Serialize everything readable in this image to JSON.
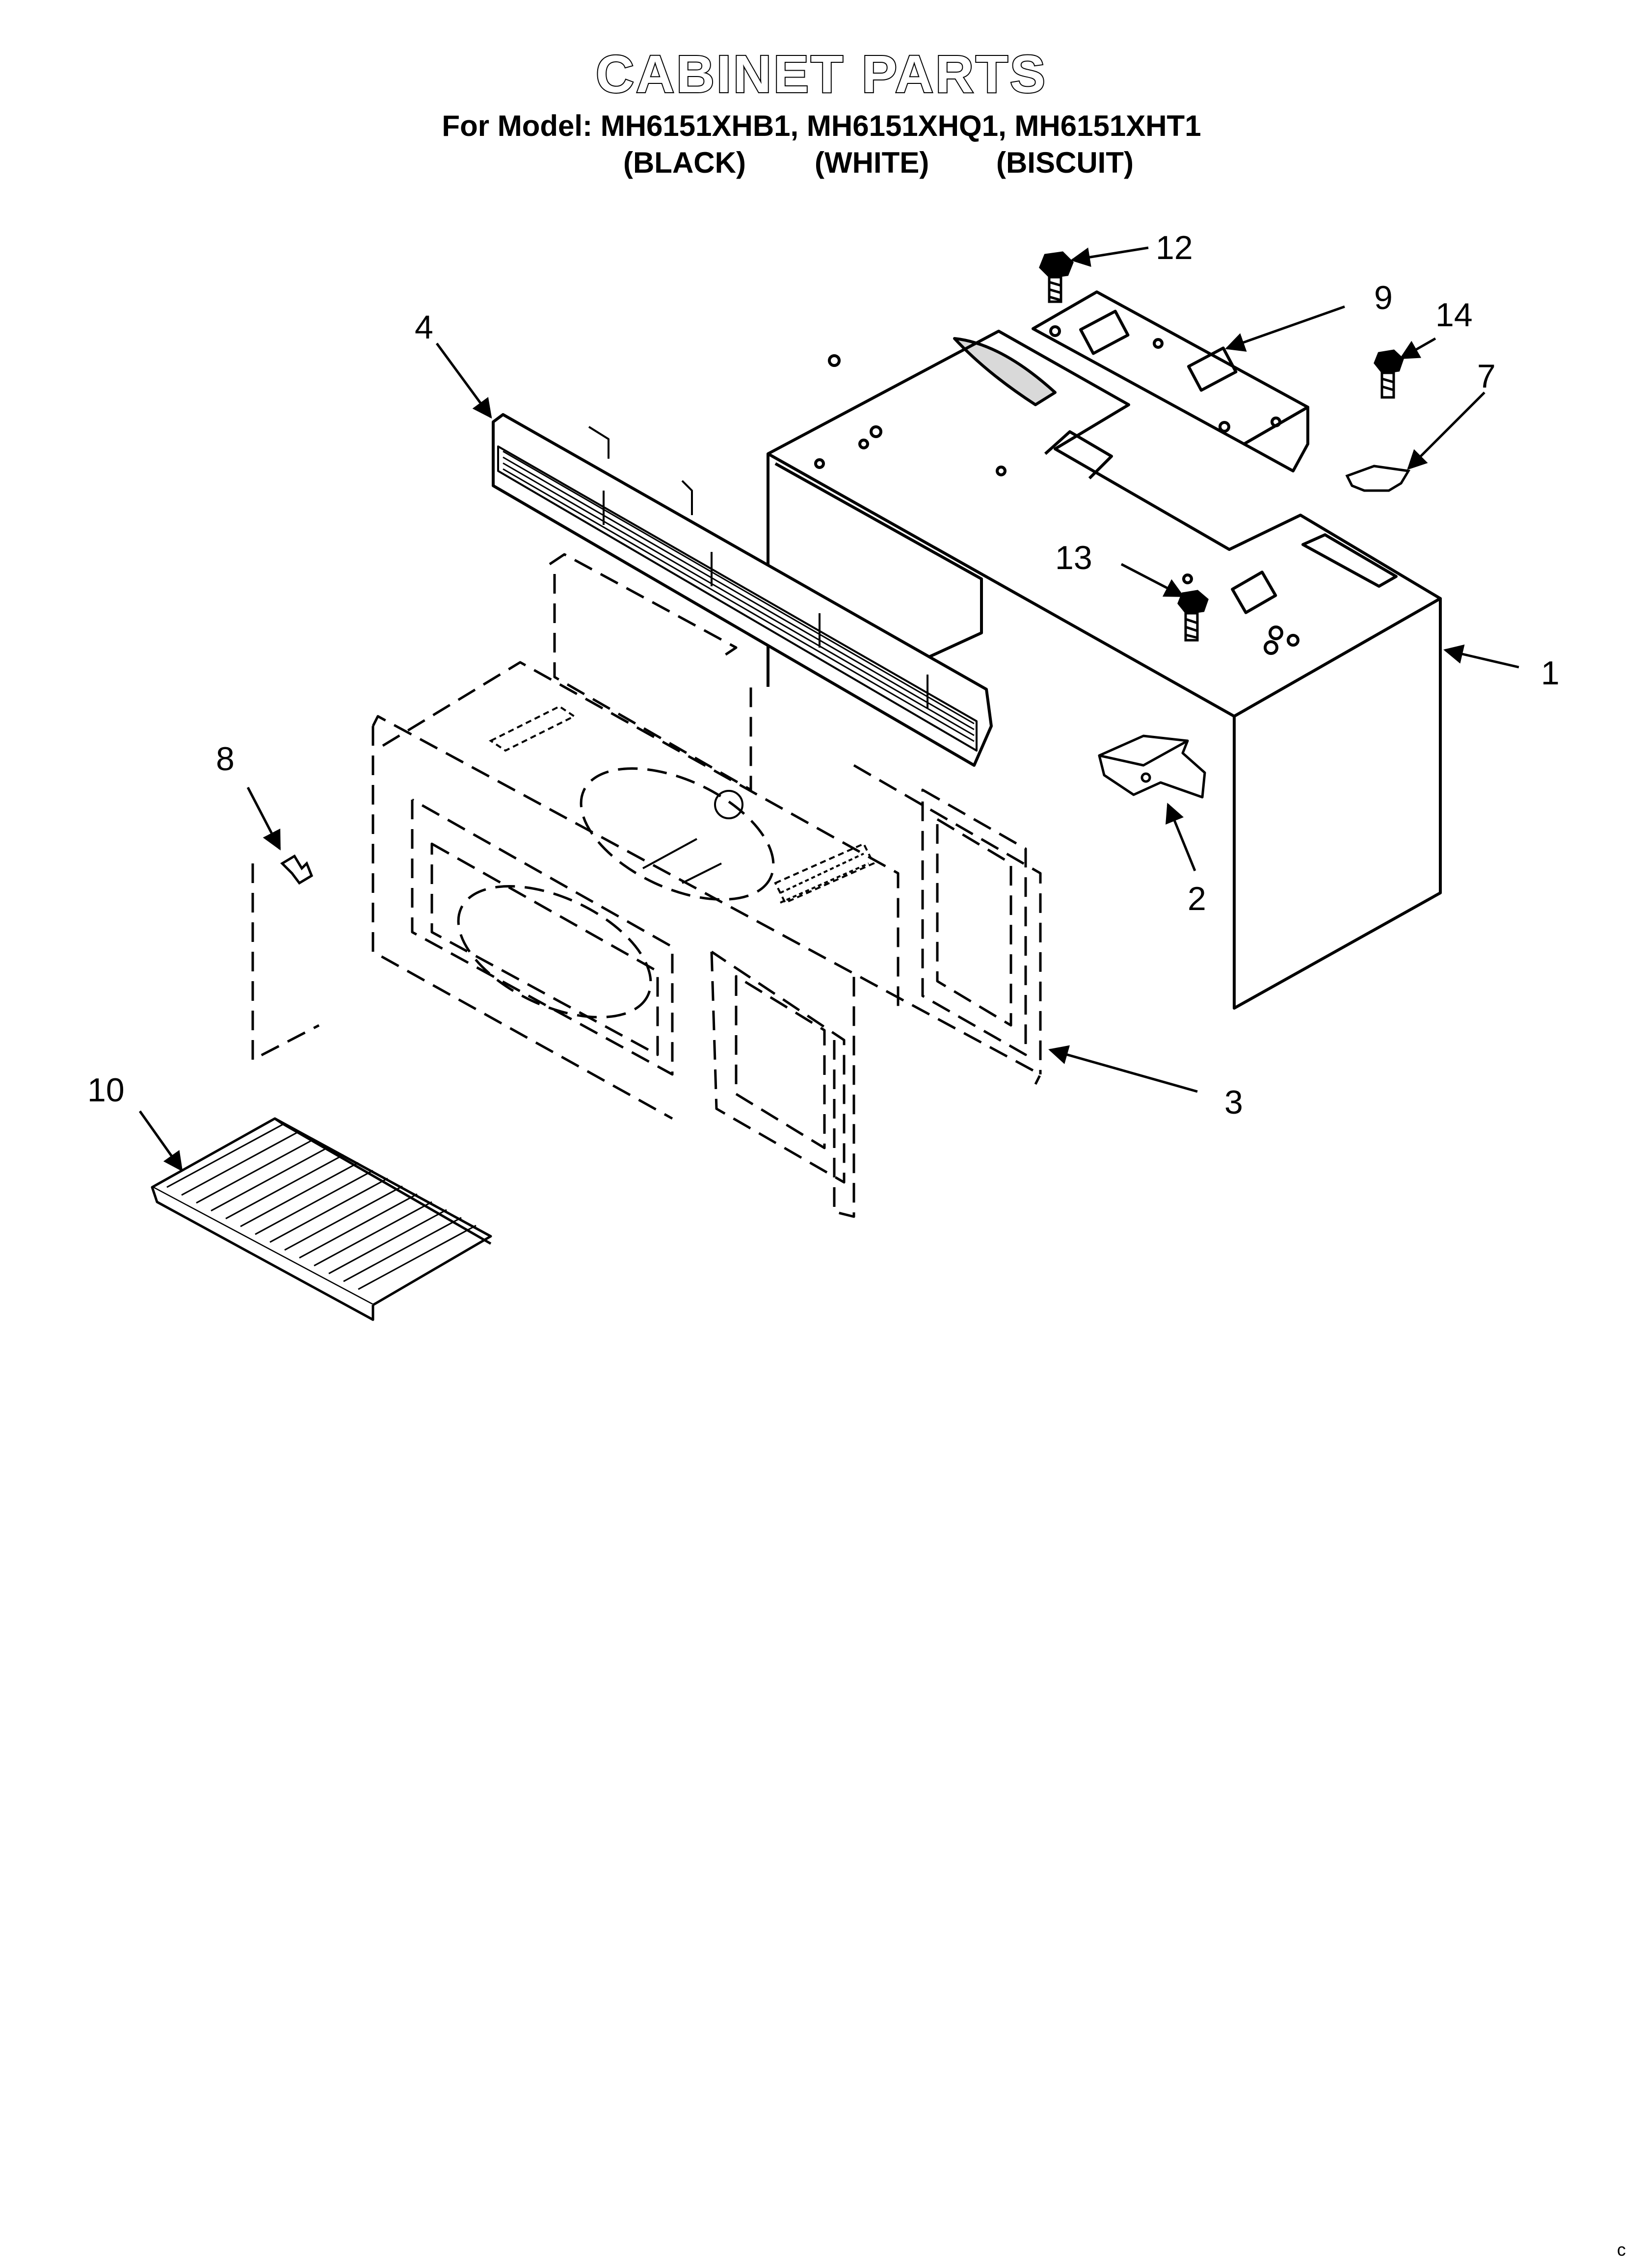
{
  "header": {
    "title": "CABINET PARTS",
    "model_line": "For Model: MH6151XHB1, MH6151XHQ1, MH6151XHT1",
    "colors": [
      "(BLACK)",
      "(WHITE)",
      "(BISCUIT)"
    ]
  },
  "callouts": [
    "1",
    "2",
    "3",
    "4",
    "7",
    "8",
    "9",
    "10",
    "12",
    "13",
    "14"
  ],
  "corner_mark": "c"
}
